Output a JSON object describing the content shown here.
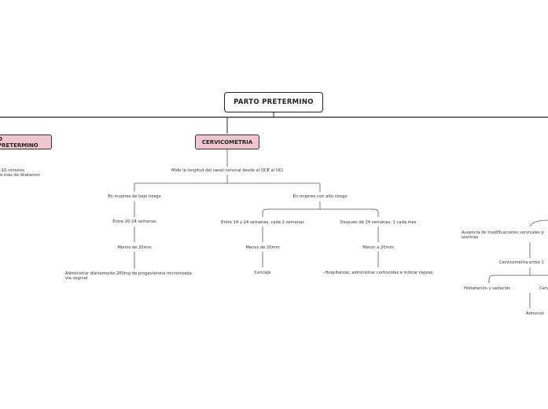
{
  "root": {
    "label": "PARTO PRETERMINO"
  },
  "left_branch": {
    "label": "O PRETERMINO",
    "line1": "-10 minutos",
    "line2": "o más de dilatación"
  },
  "center_branch": {
    "label": "CERVICOMETRIA",
    "description": "Mide la longitud del canal cervical desde el OCE al OCI",
    "low_risk": {
      "label": "En mujeres de bajo riesgo",
      "weeks": "Entre 20-24 semanas",
      "threshold": "Menos de 20mm",
      "treatment_line1": "Administrar diariamente 200mg de progesterona micronizada",
      "treatment_line2": "vía vaginal"
    },
    "high_risk": {
      "label": "En mujeres con alto riesgo",
      "early": {
        "weeks": "Entre 14 y 24 semanas, cada 2 semanas",
        "threshold": "Menos de 20mm",
        "treatment": "Cerclaje"
      },
      "late": {
        "weeks": "Después de 24 semanas, 1 cada mes",
        "threshold": "Menor a 20mm",
        "treatment": "-Hospitalizar, administrar corticoides e indicar reposo"
      }
    }
  },
  "right_branch": {
    "absence_line1": "Ausencia de modificaciones cervicales p",
    "absence_line2": "uterinas",
    "cervicometry": "Cervicometría entre 1",
    "hydration": "Hidratación y sedación",
    "cerv": "Cerv",
    "admin": "Administ"
  }
}
